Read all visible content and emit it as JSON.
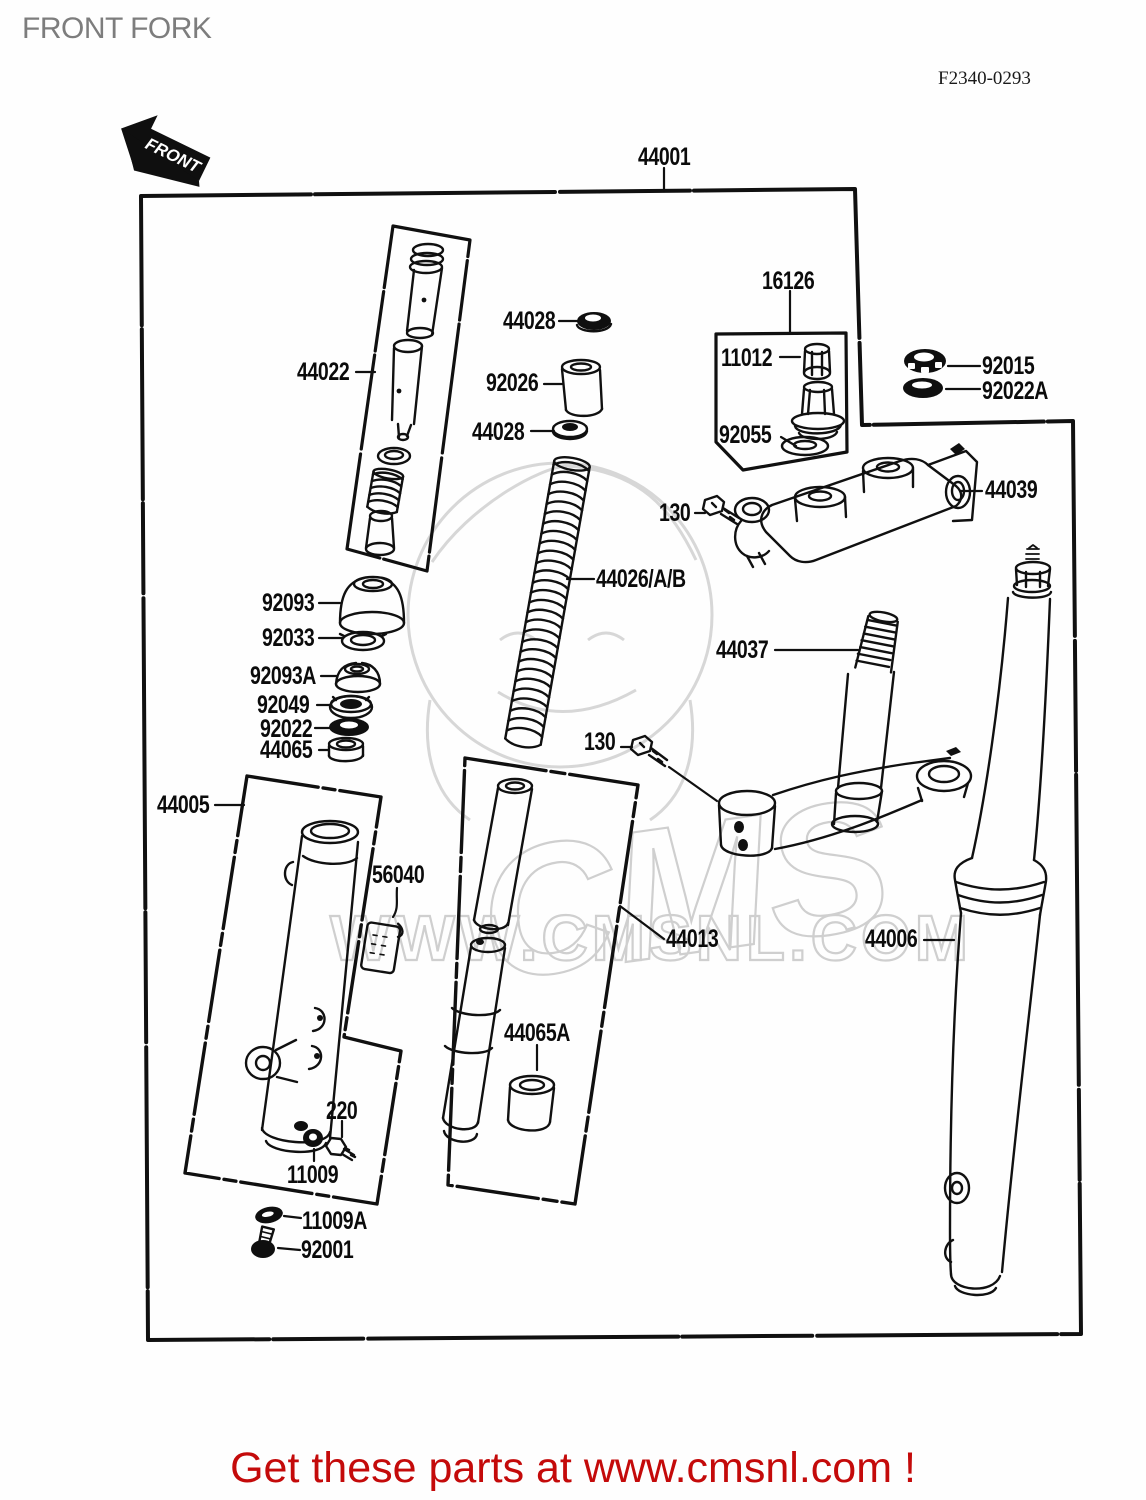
{
  "title": "FRONT FORK",
  "figure_code": "F2340-0293",
  "front_arrow_text": "FRONT",
  "watermark": {
    "big": "CMS",
    "site": "WWW.CMSNL.COM"
  },
  "footer_text": "Get these parts at www.cmsnl.com !",
  "parts": {
    "p44001": "44001",
    "p16126": "16126",
    "p11012": "11012",
    "p92055": "92055",
    "p92015": "92015",
    "p92022a": "92022A",
    "p44039": "44039",
    "p130_upper": "130",
    "p130_lower": "130",
    "p44022": "44022",
    "p44028_upper": "44028",
    "p92026": "92026",
    "p44028_lower": "44028",
    "p44026": "44026/A/B",
    "p92093": "92093",
    "p92033": "92033",
    "p92093a": "92093A",
    "p92049": "92049",
    "p92022": "92022",
    "p44065": "44065",
    "p44037": "44037",
    "p44005": "44005",
    "p56040": "56040",
    "p44013": "44013",
    "p44006": "44006",
    "p44065a": "44065A",
    "p220": "220",
    "p11009": "11009",
    "p11009a": "11009A",
    "p92001": "92001"
  }
}
